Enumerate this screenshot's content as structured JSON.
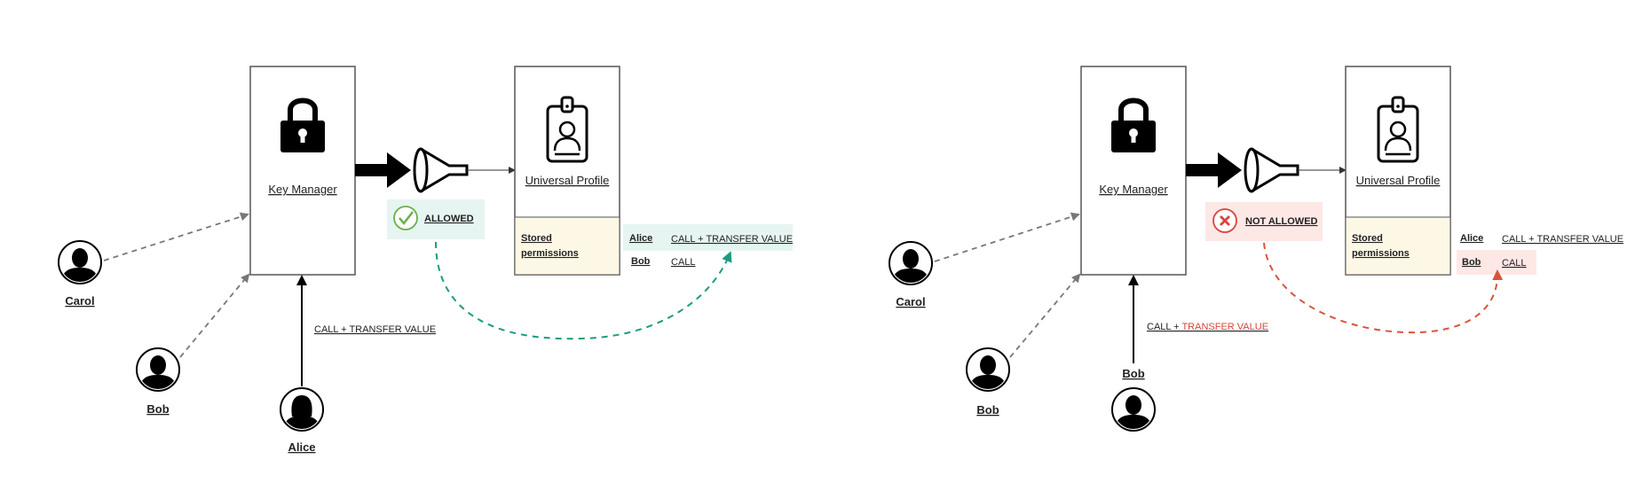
{
  "left": {
    "key_manager_label": "Key Manager",
    "universal_profile_label": "Universal Profile",
    "stored_permissions_line1": "Stored",
    "stored_permissions_line2": "permissions",
    "status_label": "ALLOWED",
    "call_label": "CALL + TRANSFER VALUE",
    "actors": {
      "carol": "Carol",
      "bob": "Bob",
      "alice": "Alice"
    },
    "permissions": [
      {
        "name": "Alice",
        "value": "CALL + TRANSFER VALUE"
      },
      {
        "name": "Bob",
        "value": "CALL"
      }
    ]
  },
  "right": {
    "key_manager_label": "Key Manager",
    "universal_profile_label": "Universal Profile",
    "stored_permissions_line1": "Stored",
    "stored_permissions_line2": "permissions",
    "status_label": "NOT ALLOWED",
    "call_label_part1": "CALL + ",
    "call_label_part2": "TRANSFER VALUE",
    "actors": {
      "carol": "Carol",
      "bob_left": "Bob",
      "bob_caller": "Bob"
    },
    "permissions": [
      {
        "name": "Alice",
        "value": "CALL + TRANSFER VALUE"
      },
      {
        "name": "Bob",
        "value": "CALL"
      }
    ]
  },
  "colors": {
    "allowed_bg": "#e6f5f1",
    "allowed_check": "#6ab04c",
    "allowed_arrow": "#1a9c80",
    "denied_bg": "#fde8e6",
    "denied_icon": "#d9443a",
    "denied_arrow": "#d9533a",
    "stored_bg": "#fdf8e6"
  }
}
